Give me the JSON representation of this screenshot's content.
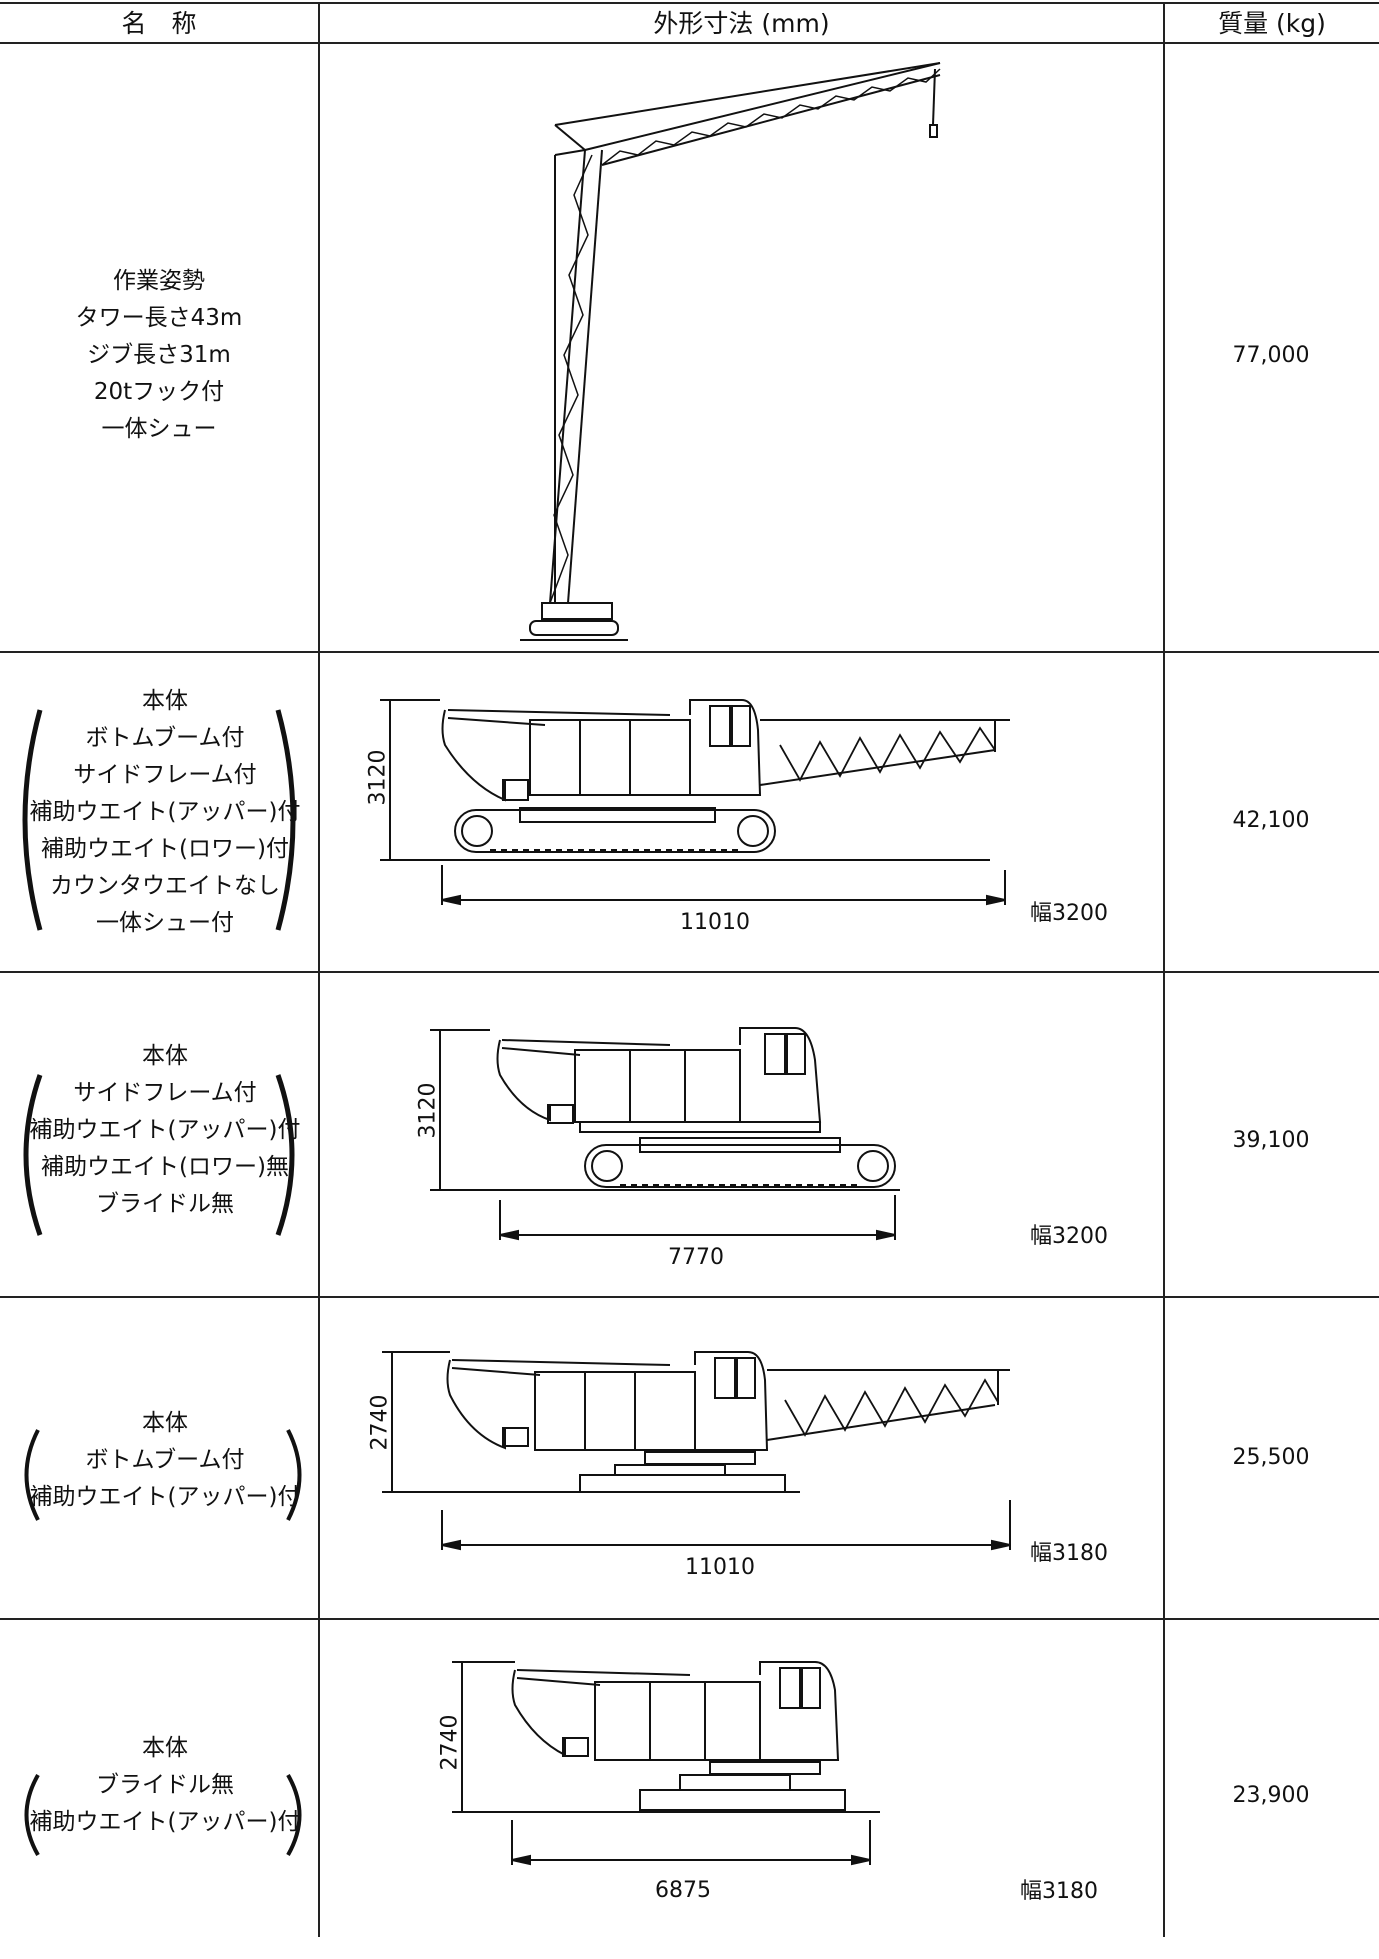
{
  "header": {
    "name": "名　称",
    "dimensions": "外形寸法 (mm)",
    "mass": "質量 (kg)"
  },
  "rows": [
    {
      "name_lines": [
        "作業姿勢",
        "タワー長さ43m",
        "ジブ長さ31m",
        "20tフック付",
        "一体シュー"
      ],
      "mass": "77,000"
    },
    {
      "name_lines": [
        "本体",
        "ボトムブーム付",
        "サイドフレーム付",
        "補助ウエイト(アッパー)付",
        "補助ウエイト(ロワー)付",
        "カウンタウエイトなし",
        "一体シュー付"
      ],
      "height": "3120",
      "length": "11010",
      "width": "幅3200",
      "mass": "42,100"
    },
    {
      "name_lines": [
        "本体",
        "サイドフレーム付",
        "補助ウエイト(アッパー)付",
        "補助ウエイト(ロワー)無",
        "ブライドル無"
      ],
      "height": "3120",
      "length": "7770",
      "width": "幅3200",
      "mass": "39,100"
    },
    {
      "name_lines": [
        "本体",
        "ボトムブーム付",
        "補助ウエイト(アッパー)付"
      ],
      "height": "2740",
      "length": "11010",
      "width": "幅3180",
      "mass": "25,500"
    },
    {
      "name_lines": [
        "本体",
        "ブライドル無",
        "補助ウエイト(アッパー)付"
      ],
      "height": "2740",
      "length": "6875",
      "width": "幅3180",
      "mass": "23,900"
    }
  ]
}
